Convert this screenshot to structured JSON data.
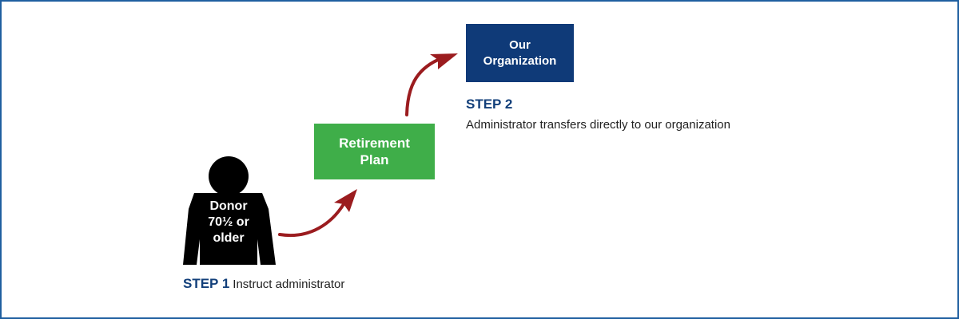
{
  "colors": {
    "frame_border": "#1f5fa0",
    "donor": "#000000",
    "retirement_box": "#3fae49",
    "organization_box": "#0f3a78",
    "arrow": "#9b1c1f",
    "step_title": "#123f7a"
  },
  "donor": {
    "icon": "person-silhouette-icon",
    "label_lines": [
      "Donor",
      "70½ or",
      "older"
    ]
  },
  "retirement_plan": {
    "label_lines": [
      "Retirement",
      "Plan"
    ]
  },
  "organization": {
    "label_lines": [
      "Our",
      "Organization"
    ]
  },
  "step1": {
    "title": "STEP 1",
    "description": "Instruct administrator"
  },
  "step2": {
    "title": "STEP 2",
    "description": "Administrator transfers directly to our organization"
  },
  "arrows": [
    {
      "icon": "curved-arrow-icon",
      "from": "donor",
      "to": "retirement_plan"
    },
    {
      "icon": "curved-arrow-icon",
      "from": "retirement_plan",
      "to": "organization"
    }
  ]
}
